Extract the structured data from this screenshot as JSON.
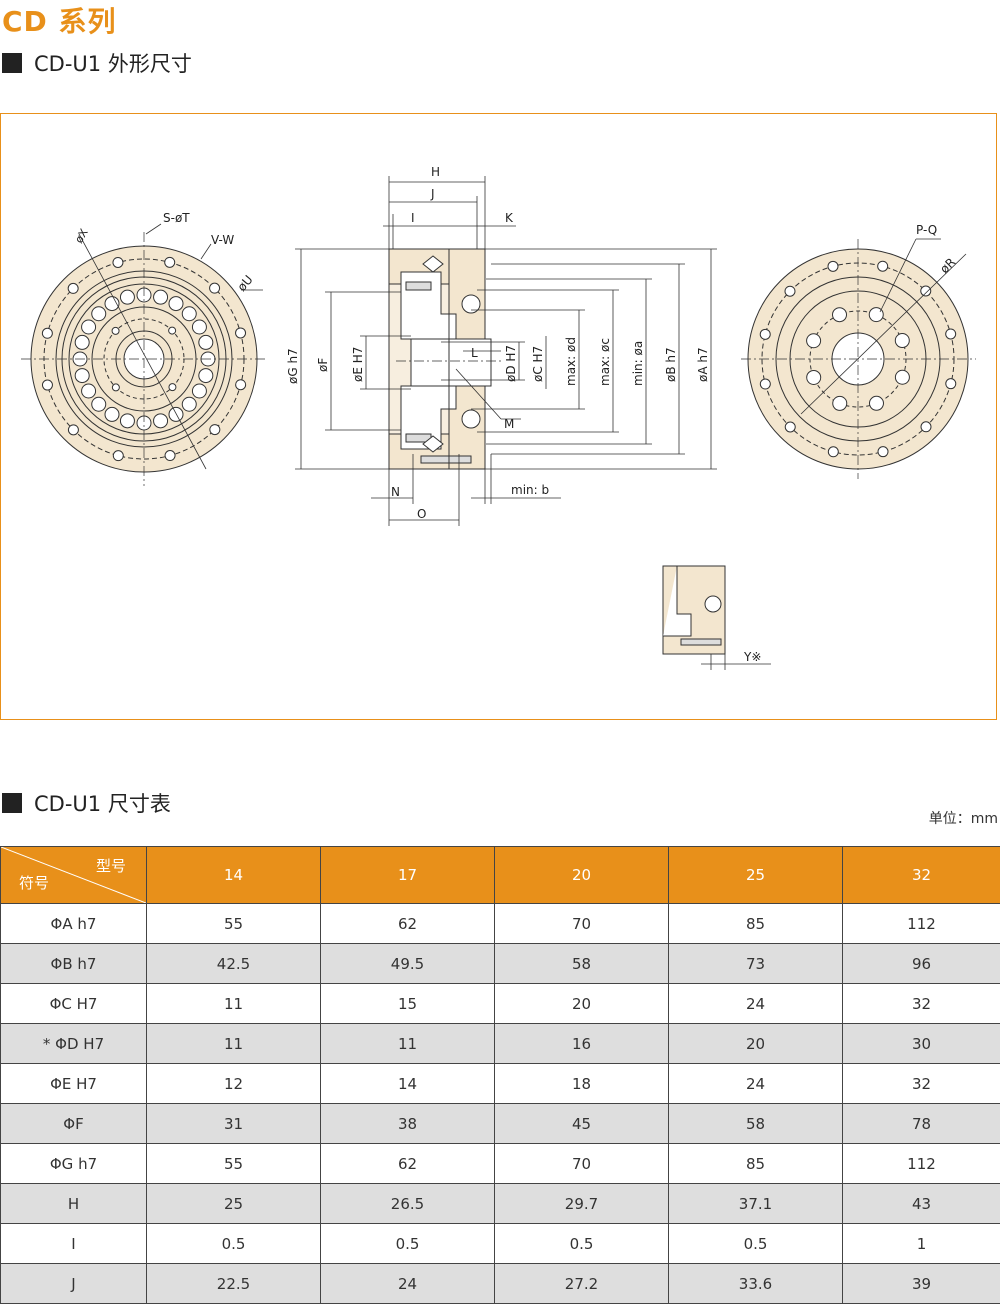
{
  "series_title": "CD 系列",
  "outline_section": {
    "title": "CD-U1 外形尺寸"
  },
  "drawing": {
    "front_labels": {
      "x": "øX",
      "s_t": "S-øT",
      "v_w": "V-W",
      "u": "øU"
    },
    "side_labels": {
      "h": "H",
      "j": "J",
      "i": "I",
      "k": "K",
      "l": "L",
      "m": "M",
      "n": "N",
      "o": "O",
      "min_b": "min: b",
      "g": "øG h7",
      "f": "øF",
      "e": "øE H7",
      "d": "øD H7",
      "c": "øC H7",
      "max_d": "max: ød",
      "max_c": "max: øc",
      "min_a": "min: øa",
      "b": "øB h7",
      "a": "øA h7"
    },
    "back_labels": {
      "p_q": "P-Q",
      "r": "øR"
    },
    "detail_label": "Y※"
  },
  "table_section": {
    "title": "CD-U1 尺寸表",
    "unit": "单位：mm"
  },
  "table": {
    "corner_top": "型号",
    "corner_bottom": "符号",
    "models": [
      "14",
      "17",
      "20",
      "25",
      "32"
    ],
    "rows": [
      {
        "symbol": "ΦA h7",
        "values": [
          "55",
          "62",
          "70",
          "85",
          "112"
        ]
      },
      {
        "symbol": "ΦB h7",
        "values": [
          "42.5",
          "49.5",
          "58",
          "73",
          "96"
        ]
      },
      {
        "symbol": "ΦC H7",
        "values": [
          "11",
          "15",
          "20",
          "24",
          "32"
        ]
      },
      {
        "symbol": "* ΦD H7",
        "values": [
          "11",
          "11",
          "16",
          "20",
          "30"
        ]
      },
      {
        "symbol": "ΦE H7",
        "values": [
          "12",
          "14",
          "18",
          "24",
          "32"
        ]
      },
      {
        "symbol": "ΦF",
        "values": [
          "31",
          "38",
          "45",
          "58",
          "78"
        ]
      },
      {
        "symbol": "ΦG h7",
        "values": [
          "55",
          "62",
          "70",
          "85",
          "112"
        ]
      },
      {
        "symbol": "H",
        "values": [
          "25",
          "26.5",
          "29.7",
          "37.1",
          "43"
        ]
      },
      {
        "symbol": "I",
        "values": [
          "0.5",
          "0.5",
          "0.5",
          "0.5",
          "1"
        ]
      },
      {
        "symbol": "J",
        "values": [
          "22.5",
          "24",
          "27.2",
          "33.6",
          "39"
        ]
      }
    ]
  },
  "colors": {
    "accent": "#e8901a",
    "part_fill": "#f3e6cf",
    "row_alt": "#dedede"
  }
}
